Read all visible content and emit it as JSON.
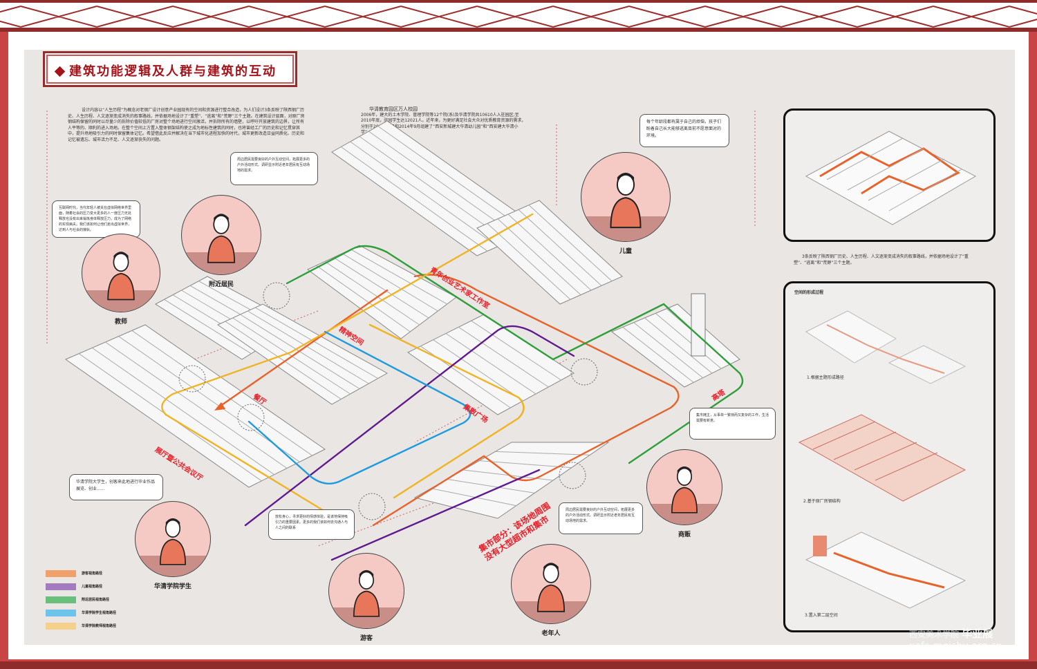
{
  "title": "建筑功能逻辑及人群与建筑的互动",
  "intro_text": "设计内容以“人生历程”为概念对老钢厂设计创意产业园现有的空间和资源进行整合改造，为人们设计3条反映了陕西钢厂历史、人生历程、人文逐渐变成消失的叙事路线，并依据场地设计了“重塑”、“逃离”和“荒野”三个主题。在建筑设计层面，对原厂房钢结构保留的同时以尽量少的拆除价值较低的厂房对整个场地进行空间激活，并拆除所有的墙壁，以呼吁开放建筑的边界，让所有人平等的、顺利的进入场地。在整个空间上方置入整体钢架结构使之成为地标性建筑的同时，也将曾经工厂的历史和记忆贯穿其中，提升场地吸引力的同时保留集体记忆。希望借此反应并解决在当下城市化进程加快的时代，城市更新改造日益同质化、历史和记忆被遗忘、城市活力不足、人文逐渐丧失的问题。",
  "campus": {
    "heading": "华清教育园区万人校园",
    "text": "2006年，建大的土木学院、管理学院等12个院(系)及华清学院共10610人入驻园区;至2010年底，驻园学生达12021人。近年来，为更好满足社会大众对优质教育资源的需求，分别于2012年9月和2014年9月组建了“西安新城建大华清幼儿园”和“西安建大华清小学”。"
  },
  "people": [
    {
      "name": "教师",
      "quote": "互联网时代，当代年轻人被关在虚拟网络世界里面，随着社会的压力变大更多的人一度压力无处释放也没有出来锻炼身体释放压力，成为了网络的实现病夫。我们该如何让他们走出虚拟世界，达到人与社会的接轨。"
    },
    {
      "name": "附近居民",
      "quote": "周边居民需要良好的户外互动空间，拓展更多的户外活动形式。调研显示附近老年居民有互动场地的需求。"
    },
    {
      "name": "儿童",
      "quote": "每个年龄段都有属于自己的烦恼，孩子们盼着自己长大能够逃离目前不愿意面对的环境。"
    },
    {
      "name": "商贩",
      "quote": "集市摊主，从事单一繁琐而又复杂的工作，生活需要有新意。"
    },
    {
      "name": "华清学院学生",
      "quote": "华清学院大学生，创客来此地进行毕业作品展览、创业......"
    },
    {
      "name": "游客",
      "quote": "放松身心，寻求更好的情感体验，是该地保持吸引力的重要因素。更多的我们该如何去沟通人与人之间的联系"
    },
    {
      "name": "老年人",
      "quote": "周边居民需要良好的户外互动空间，拓展更多的户外活动形式。调研显示附近老年居民有互动场地的需求。"
    }
  ],
  "zones": [
    "青年创业艺术家工作室",
    "精神空间",
    "餐厅",
    "展厅暨公共会议厅",
    "集散广场",
    "高塔",
    "集市部分：该场地周围没有大型超市和集市"
  ],
  "legend": [
    {
      "label": "游客视角路径",
      "color": "#f0a06a"
    },
    {
      "label": "儿童视角路径",
      "color": "#a57bbf"
    },
    {
      "label": "附近居民视角路径",
      "color": "#6bbf7c"
    },
    {
      "label": "华清学院学生视角路径",
      "color": "#6ec3ea"
    },
    {
      "label": "华清学院教师视角路径",
      "color": "#f5d08a"
    }
  ],
  "route_colors": {
    "orange": "#e8622a",
    "purple": "#5e1a8e",
    "green": "#2e9e3a",
    "blue": "#1e9be0",
    "yellow": "#f0b323"
  },
  "right": {
    "caption": "3条反映了陕西钢厂历史、人生历程、人文逐渐变成消失的叙事路线，并依据场地设计了“重塑”、“逃离”和“荒野”三个主题。",
    "process_title": "空间的形成过程",
    "steps": [
      "1.根据主题形成路径",
      "2.基于原厂房钢结构",
      "3.置入第二层空间"
    ]
  },
  "watermark": {
    "school": "西安美术学院",
    "exhibit": "毕业展",
    "url": "xafa.meishu.org.cn"
  }
}
